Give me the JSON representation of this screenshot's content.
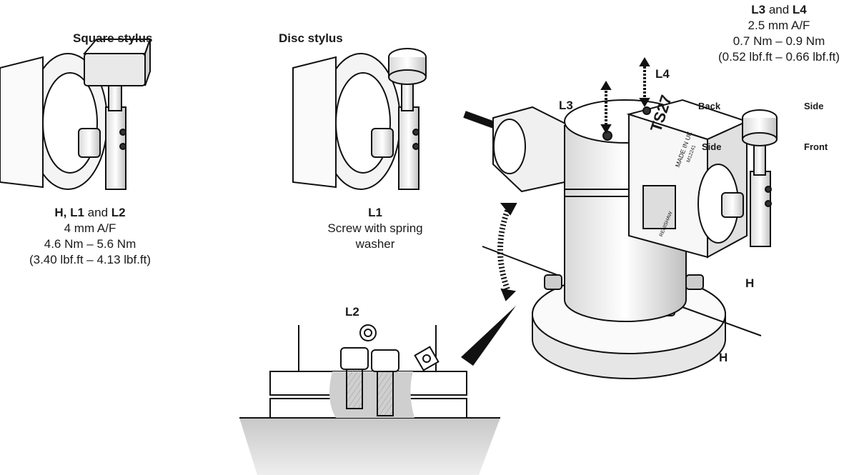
{
  "square_stylus": {
    "title": "Square stylus",
    "spec_line1_b1": "H, L1",
    "spec_line1_mid": " and ",
    "spec_line1_b2": "L2",
    "spec_line2": "4 mm A/F",
    "spec_line3": "4.6 Nm – 5.6 Nm",
    "spec_line4": "(3.40 lbf.ft – 4.13 lbf.ft)"
  },
  "disc_stylus": {
    "title": "Disc stylus",
    "spec_line1": "L1",
    "spec_line2": "Screw with spring",
    "spec_line3": "washer"
  },
  "top_spec": {
    "line1_b1": "L3",
    "line1_mid": " and ",
    "line1_b2": "L4",
    "line2": "2.5 mm A/F",
    "line3": "0.7 Nm – 0.9 Nm",
    "line4": "(0.52 lbf.ft – 0.66 lbf.ft)"
  },
  "markers": {
    "l3": "L3",
    "l4": "L4",
    "l2": "L2",
    "h_upper": "H",
    "h_lower": "H"
  },
  "faces": {
    "back": "Back",
    "side_right": "Side",
    "side_left": "Side",
    "front": "Front"
  },
  "probe_text": {
    "model": "TS27",
    "made_in": "MADE IN UK",
    "part": "M12241",
    "brand": "RENISHAW"
  }
}
